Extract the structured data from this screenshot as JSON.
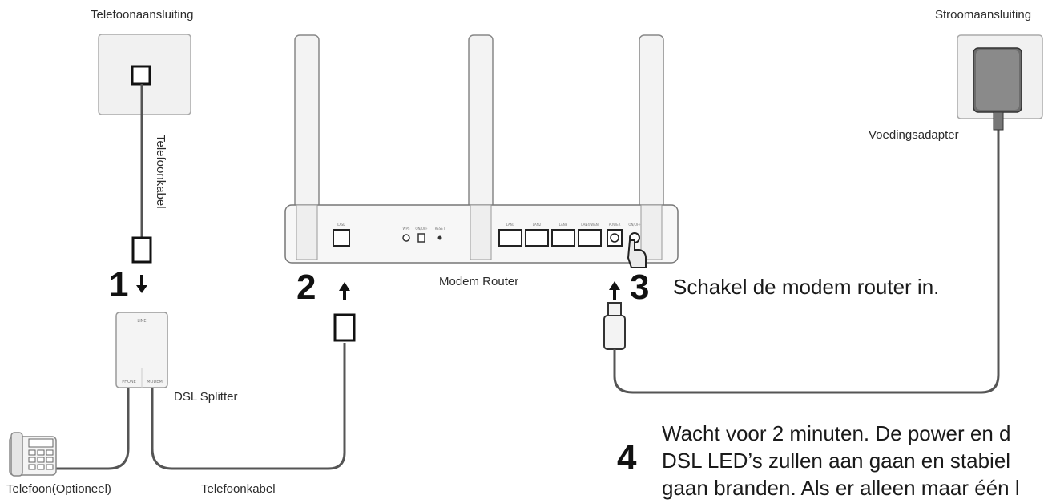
{
  "labels": {
    "wall_jack": "Telefoonaansluiting",
    "power_outlet": "Stroomaansluiting",
    "power_adapter": "Voedingsadapter",
    "phone_cable_vertical": "Telefoonkabel",
    "phone_cable_bottom": "Telefoonkabel",
    "dsl_splitter": "DSL Splitter",
    "modem_router": "Modem Router",
    "telephone": "Telefoon(Optioneel)"
  },
  "steps": {
    "step1": "1",
    "step2": "2",
    "step3": "3",
    "step3_text": "Schakel de modem router in.",
    "step4": "4",
    "step4_lines": [
      "Wacht voor 2 minuten. De power en d",
      "DSL LED’s zullen aan gaan en stabiel",
      "gaan branden. Als er alleen maar één l"
    ]
  }
}
